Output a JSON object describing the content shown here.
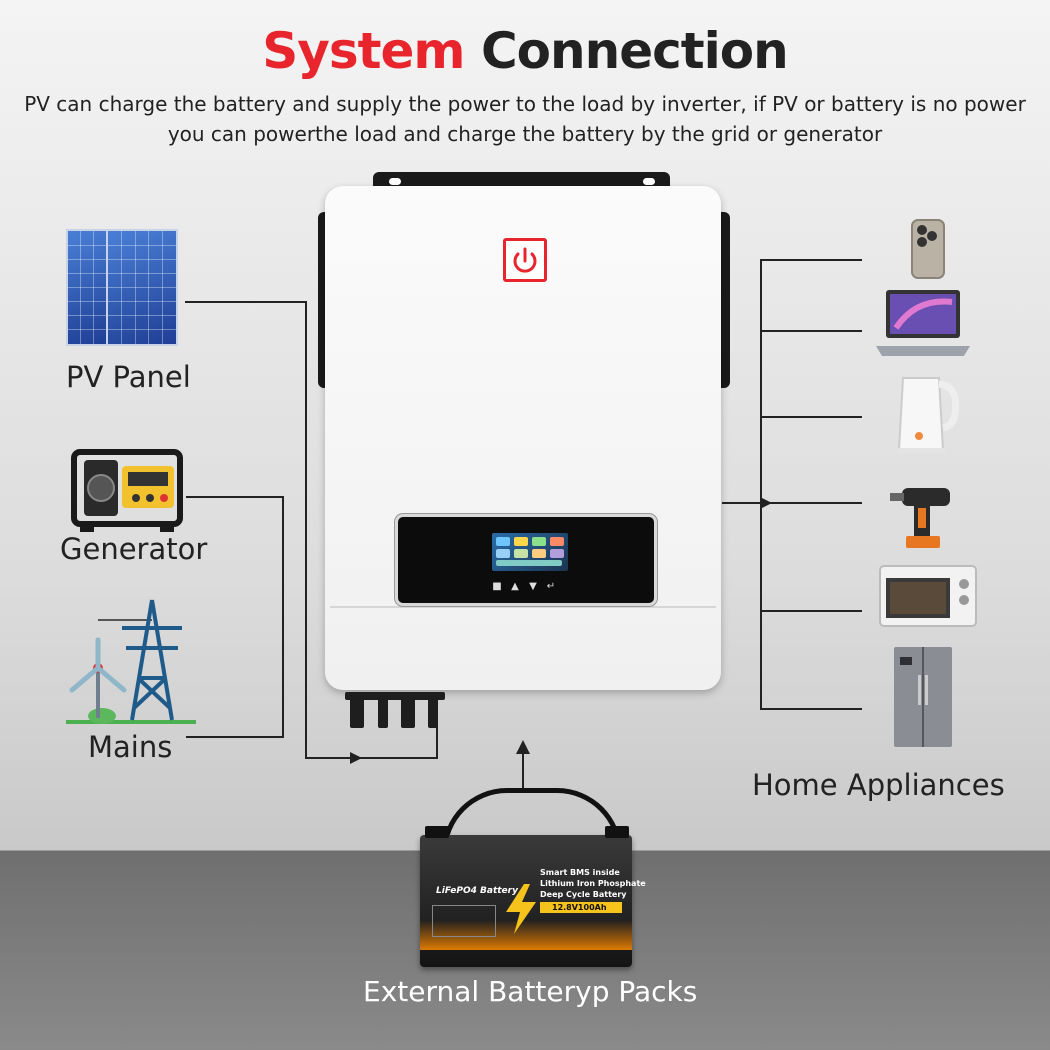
{
  "header": {
    "title_red": "System",
    "title_dark": "Connection",
    "subtitle_line1": "PV can charge the battery and supply the power to the load by inverter, if PV or battery is no power",
    "subtitle_line2": "you can powerthe load and charge the battery by the grid or generator"
  },
  "sources": {
    "pv_panel": "PV Panel",
    "generator": "Generator",
    "mains": "Mains"
  },
  "loads": {
    "label": "Home Appliances",
    "items": [
      "phone-icon",
      "laptop-icon",
      "kettle-icon",
      "drill-icon",
      "oven-icon",
      "fridge-icon"
    ]
  },
  "battery": {
    "caption": "External Batteryp Packs",
    "brand_text": "LiFePO4 Battery",
    "spec_line1": "Smart BMS inside",
    "spec_line2": "Lithium Iron Phosphate",
    "spec_line3": "Deep Cycle Battery",
    "rating": "12.8V100Ah"
  },
  "colors": {
    "accent_red": "#e8252c",
    "wire": "#222222"
  }
}
